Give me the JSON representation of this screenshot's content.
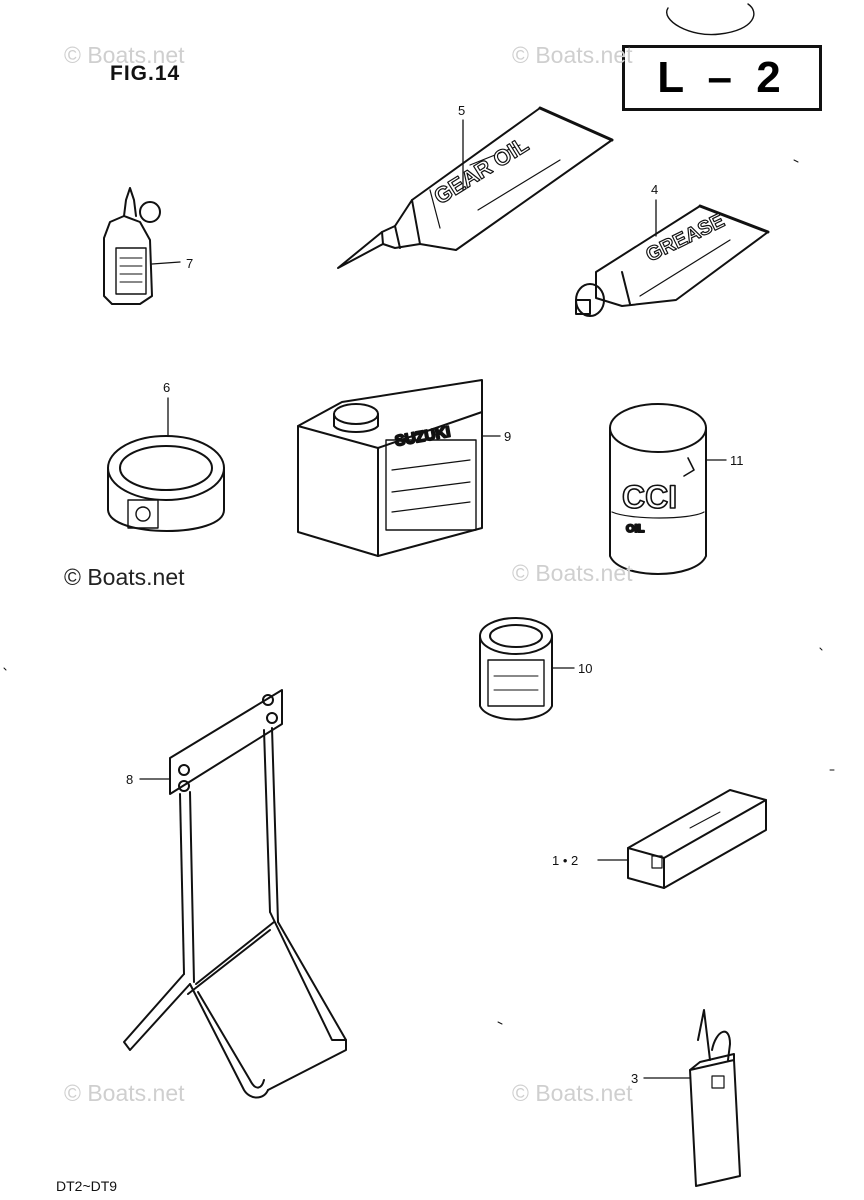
{
  "figure_label": "FIG.14",
  "section_badge": "L – 2",
  "model_range": "DT2~DT9",
  "watermarks": {
    "light": "© Boats.net",
    "dark": "© Boats.net"
  },
  "callouts": {
    "c1_2": "1 • 2",
    "c3": "3",
    "c4": "4",
    "c5": "5",
    "c6": "6",
    "c7": "7",
    "c8": "8",
    "c9": "9",
    "c10": "10",
    "c11": "11"
  },
  "product_text": {
    "gear_oil": "GEAR OIL",
    "grease": "GREASE",
    "suzuki": "SUZUKI",
    "cci": "CCI",
    "oil": "OIL"
  }
}
